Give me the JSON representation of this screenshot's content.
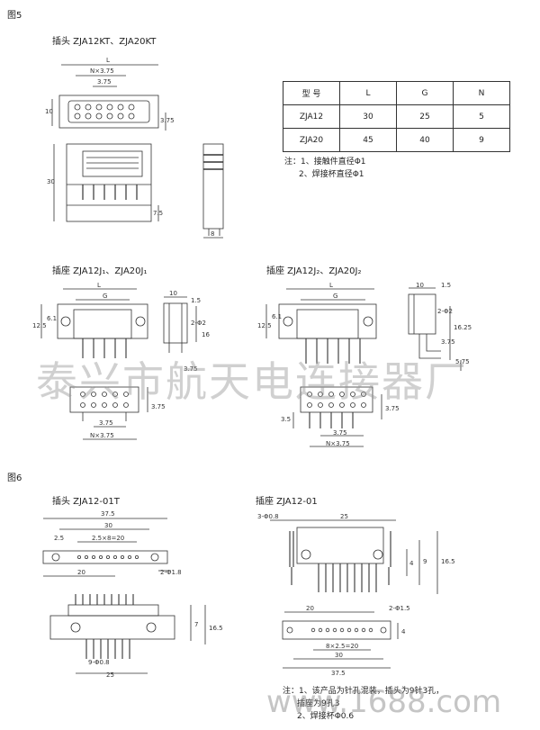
{
  "fig5": {
    "title": "图5",
    "plug_title": "插头  ZJA12KT、ZJA20KT",
    "socket1_title": "插座  ZJA12J₁、ZJA20J₁",
    "socket2_title": "插座  ZJA12J₂、ZJA20J₂",
    "dims_plug": {
      "L": "L",
      "n375": "N×3.75",
      "d375": "3.75",
      "d10": "10",
      "d375v": "3.75",
      "d30": "30",
      "d75": "7.5",
      "d8": "8"
    },
    "dims_j1": {
      "L": "L",
      "G": "G",
      "d10": "10",
      "d15": "1.5",
      "d125": "12.5",
      "d61": "6.1",
      "phi2": "2-Φ2",
      "d16": "16",
      "d375": "3.75",
      "d375v": "3.75",
      "n375": "N×3.75",
      "d375b": "3.75"
    },
    "dims_j2": {
      "L": "L",
      "G": "G",
      "d10": "10",
      "d15": "1.5",
      "d125": "12.5",
      "d61": "6.1",
      "phi2": "2-Φ2",
      "d1625": "16.25",
      "d375": "3.75",
      "d575": "5.75",
      "d375v": "3.75",
      "d35": "3.5",
      "d375b": "3.75",
      "n375": "N×3.75"
    },
    "table": {
      "headers": [
        "型  号",
        "L",
        "G",
        "N"
      ],
      "rows": [
        [
          "ZJA12",
          "30",
          "25",
          "5"
        ],
        [
          "ZJA20",
          "45",
          "40",
          "9"
        ]
      ]
    },
    "notes": [
      "注：1、接触件直径Φ1",
      "2、焊接杯直径Φ1"
    ]
  },
  "fig6": {
    "title": "图6",
    "plug_title": "插头  ZJA12-01T",
    "socket_title": "插座  ZJA12-01",
    "dims_plug": {
      "d375": "37.5",
      "d30": "30",
      "d25": "2.5",
      "d25x8": "2.5×8=20",
      "d20": "20",
      "phi18": "2-Φ1.8",
      "d7": "7",
      "d165": "16.5",
      "phi08": "9-Φ0.8",
      "d25b": "25"
    },
    "dims_socket": {
      "phi08": "3-Φ0.8",
      "d25": "25",
      "d4": "4",
      "d9": "9",
      "d165": "16.5",
      "d20": "20",
      "phi15": "2-Φ1.5",
      "d4b": "4",
      "d8x25": "8×2.5=20",
      "d30": "30",
      "d375": "37.5"
    },
    "notes": [
      "注：1、该产品为针孔混装，插头为9针3孔，",
      "插座为9孔3",
      "2、焊接杯Φ0.6"
    ]
  },
  "watermark": {
    "text": "泰兴市航天电连接器厂",
    "site": "www.1688.com"
  }
}
